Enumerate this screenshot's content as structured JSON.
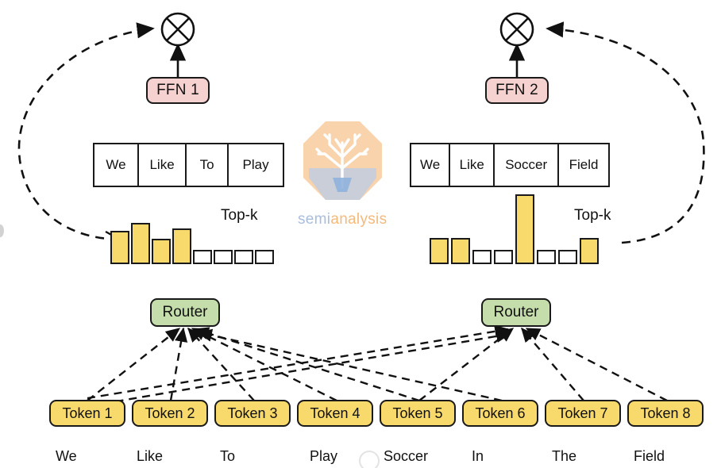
{
  "diagram": {
    "title": "Mixture-of-Experts routing diagram",
    "colors": {
      "ffn_fill": "#f5d1cf",
      "router_fill": "#c5dcab",
      "token_fill": "#f8d96b",
      "bar_active_fill": "#f8d96b",
      "bar_inactive_fill": "#ffffff",
      "stroke": "#1a1a1a"
    },
    "experts": [
      {
        "ffn_label": "FFN 1",
        "combine_icon": "circle-times-icon",
        "topk_label": "Top-k",
        "tokens_table": [
          "We",
          "Like",
          "To",
          "Play"
        ],
        "gate_chart": {
          "type": "bar",
          "title": "Top-k",
          "categories": [
            "1",
            "2",
            "3",
            "4",
            "5",
            "6",
            "7",
            "8"
          ],
          "values": [
            42,
            52,
            32,
            45,
            18,
            18,
            18,
            18
          ],
          "selected": [
            true,
            true,
            true,
            true,
            false,
            false,
            false,
            false
          ],
          "xlabel": "",
          "ylabel": "",
          "ylim": [
            0,
            90
          ],
          "grid": false,
          "legend": "none"
        }
      },
      {
        "ffn_label": "FFN 2",
        "combine_icon": "circle-times-icon",
        "topk_label": "Top-k",
        "tokens_table": [
          "We",
          "Like",
          "Soccer",
          "Field"
        ],
        "gate_chart": {
          "type": "bar",
          "title": "Top-k",
          "categories": [
            "1",
            "2",
            "3",
            "4",
            "5",
            "6",
            "7",
            "8"
          ],
          "values": [
            33,
            33,
            18,
            18,
            88,
            18,
            18,
            33
          ],
          "selected": [
            true,
            true,
            false,
            false,
            true,
            false,
            false,
            true
          ],
          "xlabel": "",
          "ylabel": "",
          "ylim": [
            0,
            90
          ],
          "grid": false,
          "legend": "none"
        }
      }
    ],
    "routers": [
      {
        "label": "Router"
      },
      {
        "label": "Router"
      }
    ],
    "tokens": [
      {
        "chip": "Token 1",
        "word": "We"
      },
      {
        "chip": "Token 2",
        "word": "Like"
      },
      {
        "chip": "Token 3",
        "word": "To"
      },
      {
        "chip": "Token 4",
        "word": "Play"
      },
      {
        "chip": "Token 5",
        "word": "Soccer"
      },
      {
        "chip": "Token 6",
        "word": "In"
      },
      {
        "chip": "Token 7",
        "word": "The"
      },
      {
        "chip": "Token 8",
        "word": "Field"
      }
    ],
    "watermark": {
      "name_part1": "semi",
      "name_part2": "analysis",
      "logo_icon": "semianalysis-tree-logo"
    }
  },
  "chart_data": [
    {
      "type": "bar",
      "title": "Top-k (Expert 1 gate weights)",
      "categories": [
        "1",
        "2",
        "3",
        "4",
        "5",
        "6",
        "7",
        "8"
      ],
      "values": [
        42,
        52,
        32,
        45,
        18,
        18,
        18,
        18
      ],
      "selected": [
        true,
        true,
        true,
        true,
        false,
        false,
        false,
        false
      ],
      "xlabel": "",
      "ylabel": "",
      "ylim": [
        0,
        90
      ],
      "grid": false,
      "legend": "none"
    },
    {
      "type": "bar",
      "title": "Top-k (Expert 2 gate weights)",
      "categories": [
        "1",
        "2",
        "3",
        "4",
        "5",
        "6",
        "7",
        "8"
      ],
      "values": [
        33,
        33,
        18,
        18,
        88,
        18,
        18,
        33
      ],
      "selected": [
        true,
        true,
        false,
        false,
        true,
        false,
        false,
        true
      ],
      "xlabel": "",
      "ylabel": "",
      "ylim": [
        0,
        90
      ],
      "grid": false,
      "legend": "none"
    }
  ]
}
